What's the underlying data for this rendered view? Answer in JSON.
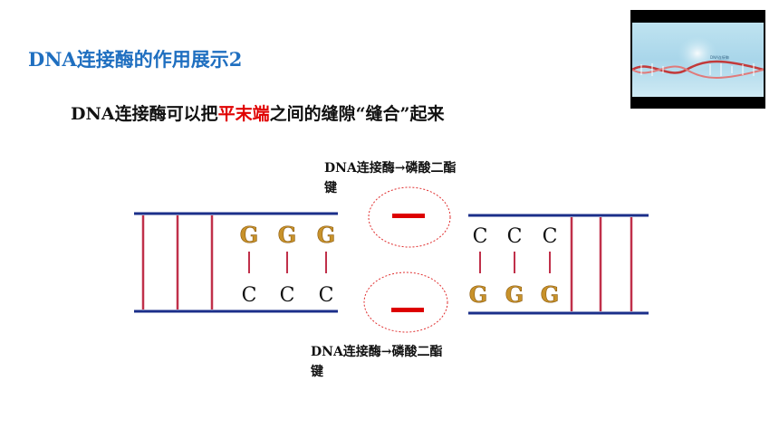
{
  "slide": {
    "title": "DNA连接酶的作用展示2",
    "subtitle_before": "DNA连接酶可以把",
    "subtitle_highlight": "平末端",
    "subtitle_after": "之间的缝隙“缝合”起来"
  },
  "thumbnail": {
    "caption": "DNA连接酶"
  },
  "diagram": {
    "top_note_line1": "DNA连接酶→磷酸二酯",
    "top_note_line2": "键",
    "bottom_note_line1": "DNA连接酶→磷酸二酯",
    "bottom_note_line2": "键",
    "left_fragment": {
      "top_bases": [
        "G",
        "G",
        "G"
      ],
      "bottom_bases": [
        "C",
        "C",
        "C"
      ]
    },
    "right_fragment": {
      "top_bases": [
        "C",
        "C",
        "C"
      ],
      "bottom_bases": [
        "G",
        "G",
        "G"
      ]
    },
    "colors": {
      "strand": "#1b2f8a",
      "rung": "#c0304a",
      "base_G": "#c8922a",
      "base_C": "#111111",
      "bond": "#dd0000"
    }
  }
}
